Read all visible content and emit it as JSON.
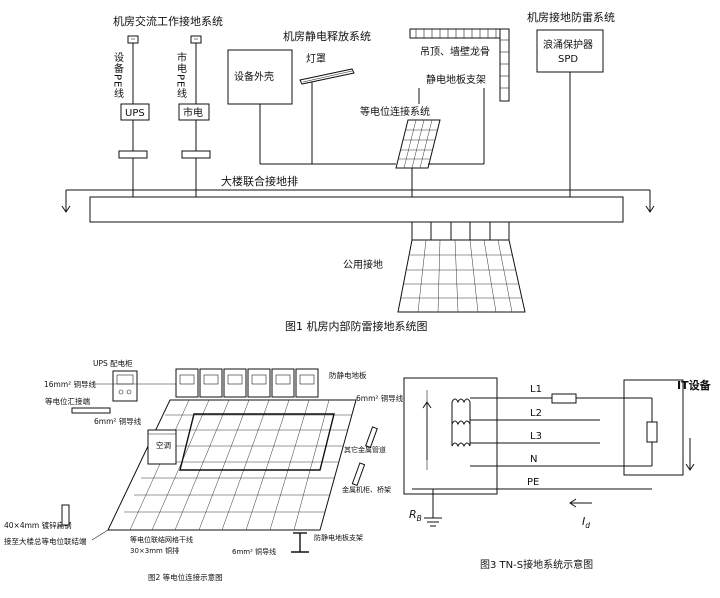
{
  "fig1": {
    "ac_system": "机房交流工作接地系统",
    "equip_pe": "设备PE线",
    "mains_pe": "市电PE线",
    "ups": "UPS",
    "mains": "市电",
    "static_system": "机房静电释放系统",
    "equipment_case": "设备外壳",
    "lamp_cover": "灯罩",
    "ceiling": "吊顶、墙壁龙骨",
    "floor_bracket": "静电地板支架",
    "lightning_system": "机房接地防雷系统",
    "spd_line1": "浪涌保护器",
    "spd_line2": "SPD",
    "equipotential": "等电位连接系统",
    "building_bar": "大楼联合接地排",
    "public_ground": "公用接地",
    "caption": "图1  机房内部防雷接地系统图"
  },
  "fig2": {
    "ups_cabinet": "UPS 配电柜",
    "wire_16": "16mm² 铜导线",
    "equi_bar": "等电位汇接端",
    "wire_6a": "6mm² 铜导线",
    "aircon": "空调",
    "antistatic_floor": "防静电地板",
    "wire_6b": "6mm² 铜导线",
    "metal_pipe": "其它金属管道",
    "metal_case": "金属机柜、桥架",
    "steel_strip": "40×4mm 镀锌扁钢",
    "connect_main": "接至大楼总等电位联结端",
    "grid_line1": "等电位联结网格干线",
    "grid_line2": "30×3mm 铜排",
    "wire_6c": "6mm² 铜导线",
    "floor_support": "防静电地板支架",
    "caption": "图2  等电位连接示意图"
  },
  "fig3": {
    "it": "IT设备",
    "l1": "L1",
    "l2": "L2",
    "l3": "L3",
    "n": "N",
    "pe": "PE",
    "rb": "R",
    "rb_sub": "B",
    "id": "I",
    "id_sub": "d",
    "caption": "图3  TN-S接地系统示意图"
  }
}
